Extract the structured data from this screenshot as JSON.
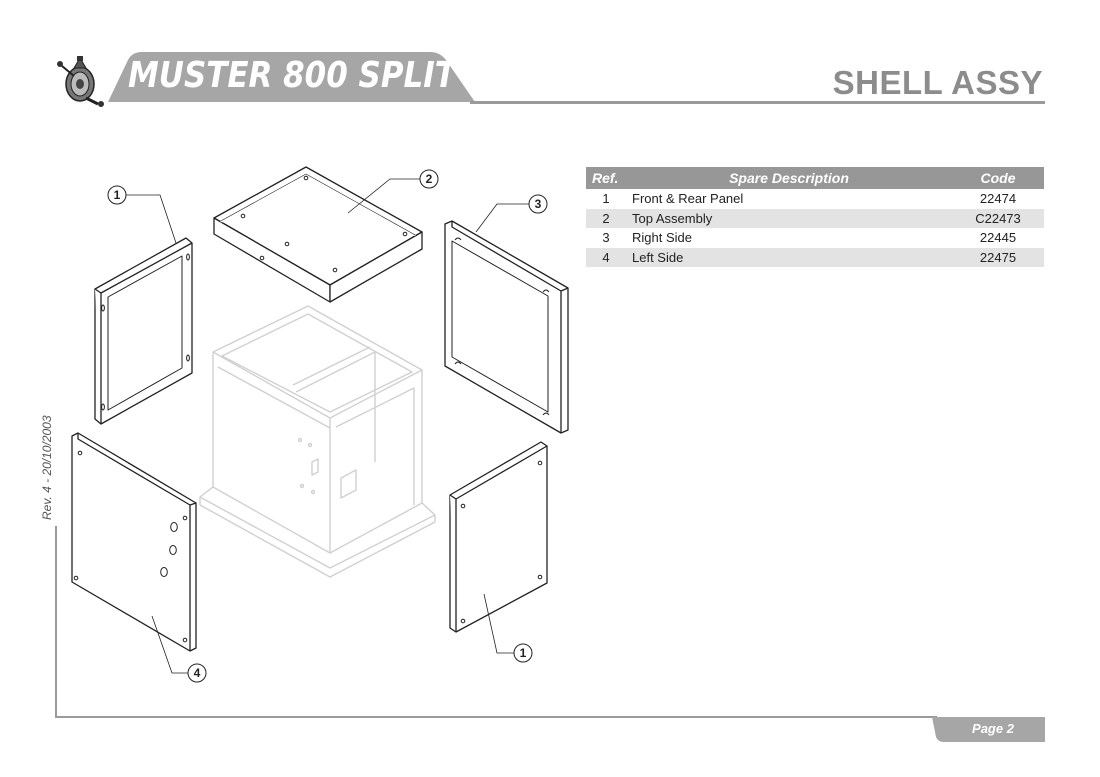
{
  "header": {
    "product": "MUSTER 800 SPLIT",
    "section": "SHELL ASSY"
  },
  "revision": "Rev. 4 - 20/10/2003",
  "parts_table": {
    "columns": {
      "ref": "Ref.",
      "description": "Spare Description",
      "code": "Code"
    },
    "rows": [
      {
        "ref": "1",
        "description": "Front & Rear Panel",
        "code": "22474"
      },
      {
        "ref": "2",
        "description": "Top Assembly",
        "code": "C22473"
      },
      {
        "ref": "3",
        "description": "Right Side",
        "code": "22445"
      },
      {
        "ref": "4",
        "description": "Left Side",
        "code": "22475"
      }
    ]
  },
  "callouts": [
    "1",
    "2",
    "3",
    "1",
    "4"
  ],
  "footer": {
    "page": "Page 2"
  },
  "colors": {
    "banner": "#a6a6a6",
    "rule": "#9a9a9a",
    "table_header": "#979797",
    "table_alt_row": "#e3e3e3"
  }
}
